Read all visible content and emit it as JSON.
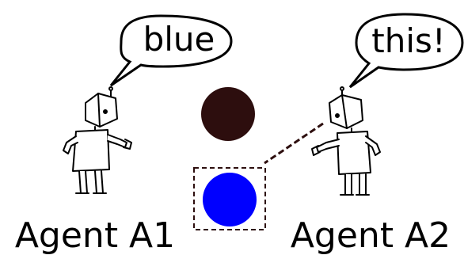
{
  "agents": [
    {
      "label": "Agent A1",
      "utterance": "blue"
    },
    {
      "label": "Agent A2",
      "utterance": "this!"
    }
  ],
  "objects": [
    {
      "color": "#2d0e0e"
    },
    {
      "color": "#0000ff",
      "selected": true
    }
  ],
  "colors": {
    "outline": "#000000",
    "pointer_line": "#2d0e0e",
    "selection_box": "#2d0e0e"
  }
}
